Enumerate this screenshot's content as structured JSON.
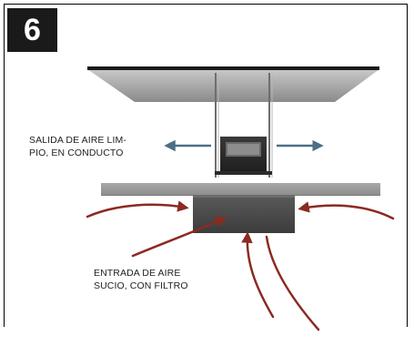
{
  "step": {
    "number": "6"
  },
  "labels": {
    "clean_air_line1": "SALIDA DE AIRE LIM-",
    "clean_air_line2": "PIO, EN CONDUCTO",
    "dirty_air_line1": "ENTRADA DE AIRE",
    "dirty_air_line2": "SUCIO, CON FILTRO"
  },
  "colors": {
    "arrow_dirty": "#8b2a22",
    "arrow_clean": "#4b6f86",
    "hood_body": "#4d4d4d",
    "ceiling": "#9a9a9a"
  },
  "icons": [
    "range-hood-illustration",
    "dirty-air-arrows",
    "clean-air-arrows"
  ]
}
